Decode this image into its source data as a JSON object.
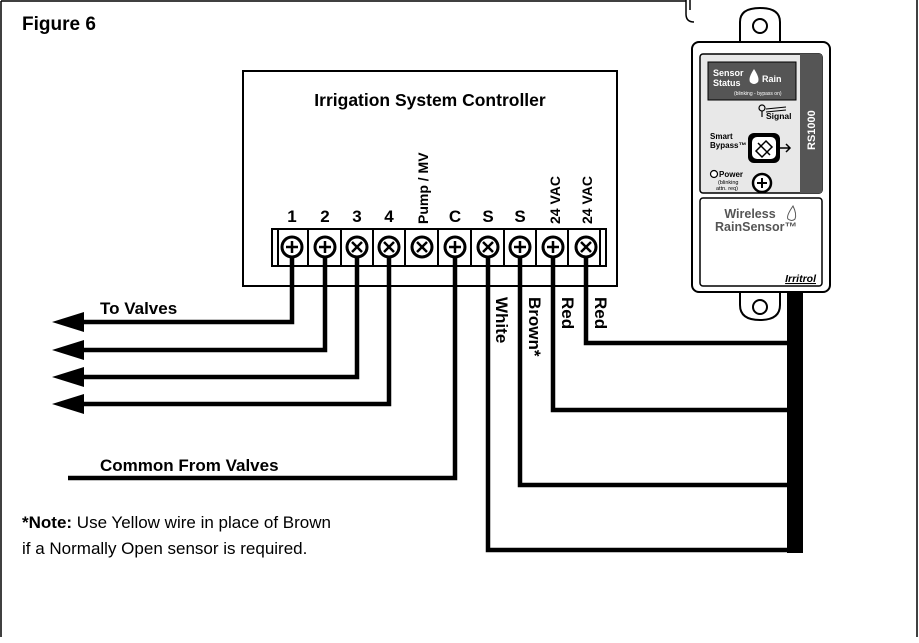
{
  "figure_title": "Figure 6",
  "controller": {
    "title": "Irrigation System Controller",
    "terminal_labels": [
      "1",
      "2",
      "3",
      "4",
      "Pump / MV",
      "C",
      "S",
      "S",
      "24 VAC",
      "24 VAC"
    ]
  },
  "wire_labels": {
    "to_valves": "To Valves",
    "common": "Common From Valves",
    "white": "White",
    "brown": "Brown*",
    "red_1": "Red",
    "red_2": "Red"
  },
  "note": {
    "prefix": "*Note:",
    "line1": " Use Yellow wire in place of Brown",
    "line2": "if a Normally Open sensor is required."
  },
  "sensor": {
    "status_line1": "Sensor",
    "status_line2": "Status",
    "rain": "Rain",
    "blinking": "(blinking - bypass on)",
    "signal": "Signal",
    "smart": "Smart",
    "bypass": "Bypass™",
    "power": "Power",
    "power_sub1": "(blinking",
    "power_sub2": "attn. req)",
    "model": "RS1000",
    "brand_line1": "Wireless",
    "brand_line2": "RainSensor™",
    "logo": "Irritrol"
  },
  "colors": {
    "ink": "#000000",
    "panel_gray": "#555555",
    "face_light": "#e8e8e8"
  }
}
